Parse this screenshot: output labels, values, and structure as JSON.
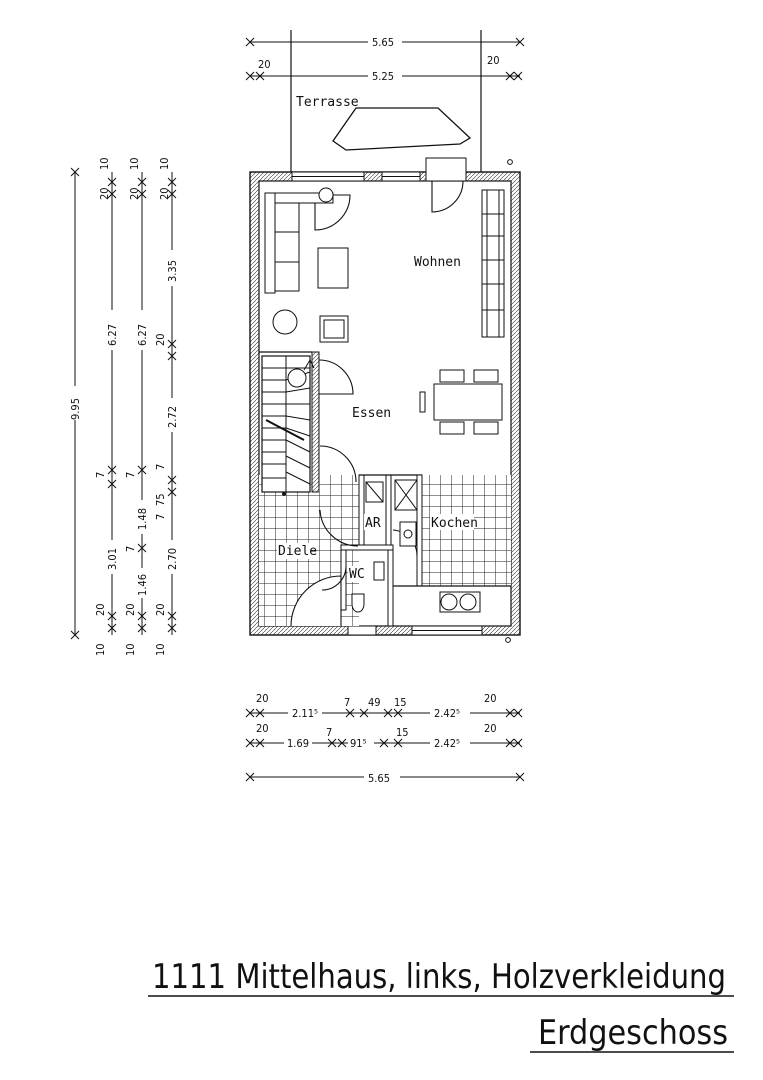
{
  "drawing": {
    "title": "1111 Mittelhaus, links, Holzverkleidung",
    "subtitle": "Erdgeschoss"
  },
  "rooms": {
    "terrasse": "Terrasse",
    "wohnen": "Wohnen",
    "essen": "Essen",
    "ar": "AR",
    "kochen": "Kochen",
    "diele": "Diele",
    "wc": "WC"
  },
  "dims_top": {
    "total": "5.65",
    "inner": "5.25",
    "left_wall": "20",
    "right_wall": "20"
  },
  "dims_bottom": {
    "row1": [
      "20",
      "2.11⁵",
      "7",
      "49",
      "15",
      "2.42⁵",
      "20"
    ],
    "row2": [
      "20",
      "1.69",
      "7",
      "91⁵",
      "15",
      "2.42⁵",
      "20"
    ],
    "total": "5.65"
  },
  "dims_left": {
    "chain1": [
      "10",
      "20",
      "3.01",
      "7",
      "6.27",
      "20",
      "10"
    ],
    "chain2": [
      "10",
      "20",
      "1.46",
      "7",
      "1.48",
      "7",
      "6.27",
      "20",
      "10"
    ],
    "chain3": [
      "10",
      "20",
      "2.70",
      "7",
      "75",
      "7",
      "2.72",
      "20",
      "3.35",
      "20",
      "10"
    ],
    "total": "9.95"
  }
}
